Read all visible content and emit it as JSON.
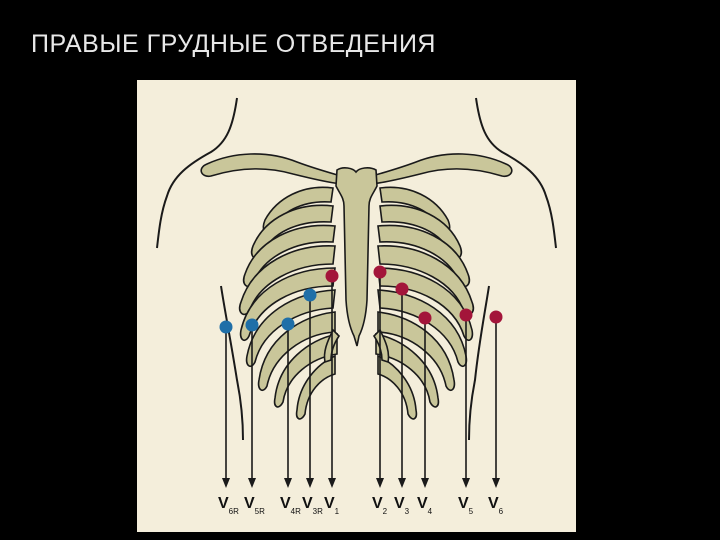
{
  "title": "ПРАВЫЕ ГРУДНЫЕ ОТВЕДЕНИЯ",
  "colors": {
    "background": "#000000",
    "figure_background": "#f4eedb",
    "bone": "#c9c69a",
    "outline": "#1a1a1a",
    "right_lead": "#1f6fa8",
    "left_lead": "#a3153a"
  },
  "leads": [
    {
      "main": "V",
      "sub": "6R",
      "side": "right"
    },
    {
      "main": "V",
      "sub": "5R",
      "side": "right"
    },
    {
      "main": "V",
      "sub": "4R",
      "side": "right"
    },
    {
      "main": "V",
      "sub": "3R",
      "side": "right"
    },
    {
      "main": "V",
      "sub": "1",
      "side": "left"
    },
    {
      "main": "V",
      "sub": "2",
      "side": "left"
    },
    {
      "main": "V",
      "sub": "3",
      "side": "left"
    },
    {
      "main": "V",
      "sub": "4",
      "side": "left"
    },
    {
      "main": "V",
      "sub": "5",
      "side": "left"
    },
    {
      "main": "V",
      "sub": "6",
      "side": "left"
    }
  ]
}
